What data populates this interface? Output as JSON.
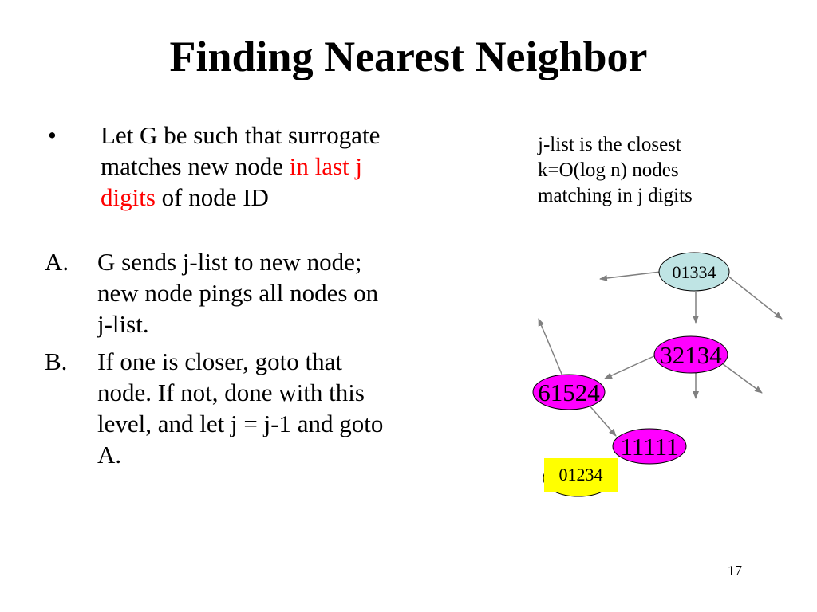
{
  "slide": {
    "title": "Finding Nearest Neighbor",
    "bullet_marker": "•",
    "bullet_line1": "Let G be such that surrogate",
    "bullet_line2_plain": "matches new node ",
    "bullet_line2_red": "in last  j",
    "bullet_line3_red": "digits",
    "bullet_line3_plain": " of node ID",
    "step_a_marker": "A.",
    "step_a_lines": [
      "G sends j-list to new node;",
      "new node pings all nodes on",
      "j-list."
    ],
    "step_b_marker": "B.",
    "step_b_lines": [
      "If one is closer, goto that",
      "node.  If not, done with this",
      "level, and let j = j-1 and goto",
      "A."
    ],
    "side_note_lines": [
      "j-list is the closest",
      "k=O(log n) nodes",
      "matching in j digits"
    ],
    "slide_number": "17"
  },
  "diagram": {
    "nodes": [
      {
        "id": "01334",
        "label": "01334",
        "color": "#bfe4e4",
        "shape": "ellipse"
      },
      {
        "id": "32134",
        "label": "32134",
        "color": "#ff00ff",
        "shape": "ellipse"
      },
      {
        "id": "61524",
        "label": "61524",
        "color": "#ff00ff",
        "shape": "ellipse"
      },
      {
        "id": "11111",
        "label": "11111",
        "color": "#ff00ff",
        "shape": "ellipse"
      },
      {
        "id": "01234",
        "label": "01234",
        "color": "#ffff00",
        "shape": "ellipse-with-box"
      }
    ],
    "colors": {
      "arrow": "#808080",
      "node_outline": "#000000"
    }
  }
}
